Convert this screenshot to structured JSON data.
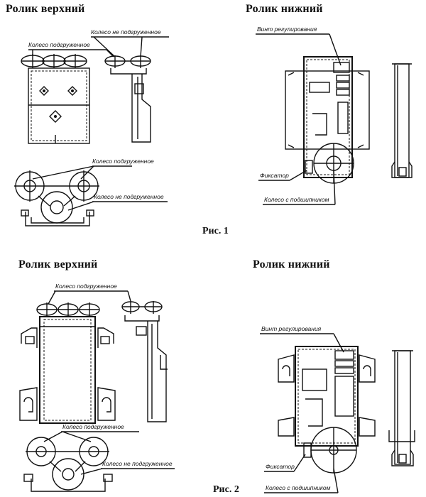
{
  "figure1": {
    "upper_title": "Ролик верхний",
    "lower_title": "Ролик нижний",
    "caption": "Рис. 1",
    "labels": {
      "wheel_not_loaded_top": "Колесо не подгруженное",
      "wheel_loaded_top": "Колесо подгруженное",
      "adjust_screw": "Винт регулирования",
      "wheel_loaded_bottom": "Колесо подгруженное",
      "wheel_not_loaded_bottom": "Колесо не подгруженное",
      "latch": "Фиксатор",
      "wheel_with_bearing": "Колесо с подшипником"
    }
  },
  "figure2": {
    "upper_title": "Ролик верхний",
    "lower_title": "Ролик нижний",
    "caption": "Рис. 2",
    "labels": {
      "wheel_loaded_top": "Колесо подгруженное",
      "adjust_screw": "Винт регулирования",
      "wheel_loaded_bottom": "Колесо подгруженное",
      "wheel_not_loaded_bottom": "Колесо не подгруженное",
      "latch": "Фиксатор",
      "wheel_with_bearing": "Колесо с подшипником"
    }
  }
}
